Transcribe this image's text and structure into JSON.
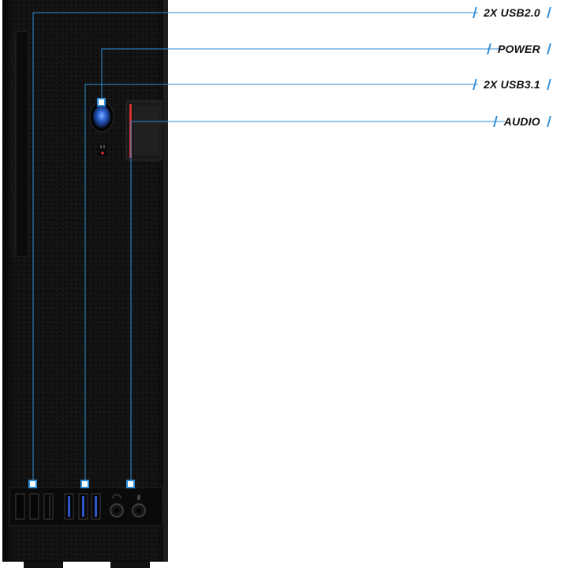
{
  "callouts": [
    {
      "label": "2X USB2.0"
    },
    {
      "label": "POWER"
    },
    {
      "label": "2X USB3.1"
    },
    {
      "label": "AUDIO"
    }
  ],
  "colors": {
    "accent": "#2f8ed8",
    "case_body": "#111111",
    "power_led": "#2a7bff",
    "hdd_led": "#ff2a2a",
    "audio_stripe": "#d0322a"
  },
  "icons": [
    "power-button-icon",
    "hdd-led-icon",
    "headphone-icon",
    "microphone-icon"
  ]
}
